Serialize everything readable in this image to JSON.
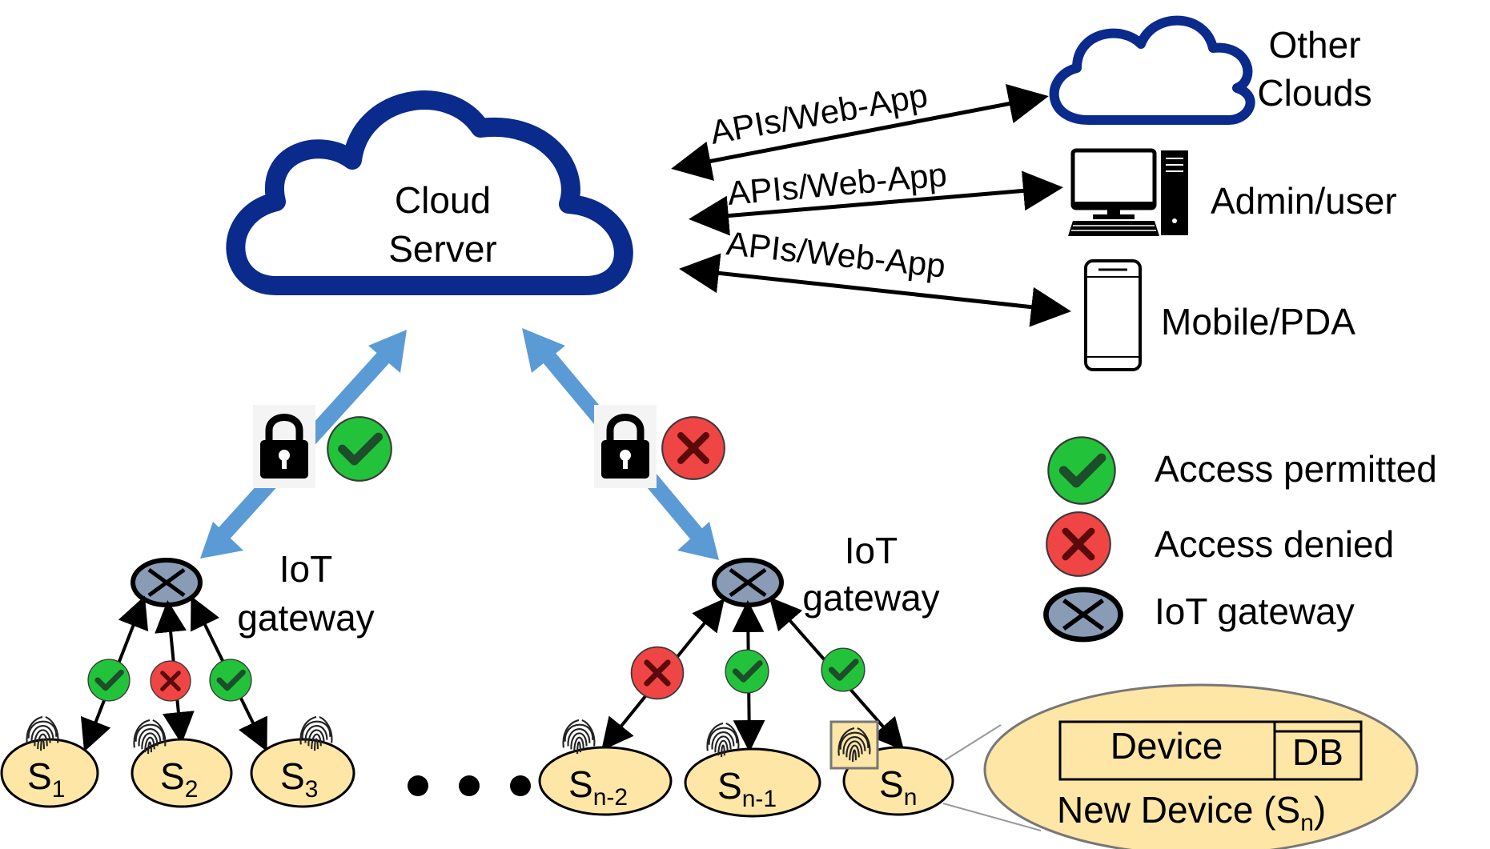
{
  "cloud_server": {
    "line1": "Cloud",
    "line2": "Server"
  },
  "other_clouds": {
    "line1": "Other",
    "line2": "Clouds"
  },
  "admin_label": "Admin/user",
  "mobile_label": "Mobile/PDA",
  "api_labels": [
    "APIs/Web-App",
    "APIs/Web-App",
    "APIs/Web-App"
  ],
  "gateway_left": {
    "line1": "IoT",
    "line2": "gateway"
  },
  "gateway_right": {
    "line1": "IoT",
    "line2": "gateway"
  },
  "legend": {
    "permitted": "Access permitted",
    "denied": "Access denied",
    "gateway": "IoT gateway"
  },
  "sensors": {
    "s1": {
      "base": "S",
      "sub": "1"
    },
    "s2": {
      "base": "S",
      "sub": "2"
    },
    "s3": {
      "base": "S",
      "sub": "3"
    },
    "sn2": {
      "base": "S",
      "sub": "n-2"
    },
    "sn1": {
      "base": "S",
      "sub": "n-1"
    },
    "sn": {
      "base": "S",
      "sub": "n"
    }
  },
  "new_device": {
    "device": "Device",
    "db": "DB",
    "caption": "New Device (S",
    "caption_sub": "n",
    "caption_end": ")"
  },
  "colors": {
    "cloud_stroke": "#0a2a8c",
    "blue_arrow": "#5b9bd5",
    "permit_green": "#22c33a",
    "deny_red": "#f04545",
    "gateway_fill": "#8a9bb5",
    "sensor_fill": "#fde6a6"
  }
}
